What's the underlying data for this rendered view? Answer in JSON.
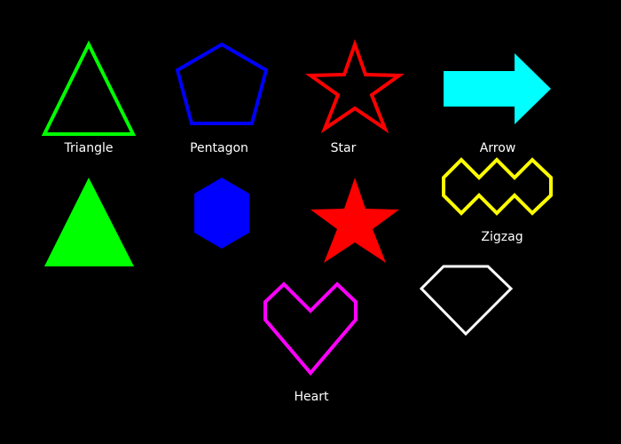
{
  "background": "#000000",
  "label_color": "#ffffff",
  "shapes": {
    "triangle_outline": {
      "label": "Triangle",
      "color": "#00ff00",
      "style": "outline",
      "icon": "triangle-icon"
    },
    "pentagon_outline": {
      "label": "Pentagon",
      "color": "#0000ff",
      "style": "outline",
      "icon": "pentagon-icon"
    },
    "star_outline": {
      "label": "Star",
      "color": "#ff0000",
      "style": "outline",
      "icon": "star-icon"
    },
    "arrow": {
      "label": "Arrow",
      "color": "#00ffff",
      "style": "filled",
      "icon": "arrow-right-icon"
    },
    "zigzag": {
      "label": "Zigzag",
      "color": "#ffff00",
      "style": "outline",
      "icon": "zigzag-icon"
    },
    "triangle_filled": {
      "color": "#00ff00",
      "style": "filled",
      "icon": "triangle-icon"
    },
    "hexagon_filled": {
      "color": "#0000ff",
      "style": "filled",
      "icon": "hexagon-icon"
    },
    "star_filled": {
      "color": "#ff0000",
      "style": "filled",
      "icon": "star-icon"
    },
    "heart": {
      "label": "Heart",
      "color": "#ff00ff",
      "style": "outline",
      "icon": "heart-icon"
    },
    "diamond": {
      "color": "#ffffff",
      "style": "outline",
      "icon": "diamond-icon"
    }
  }
}
